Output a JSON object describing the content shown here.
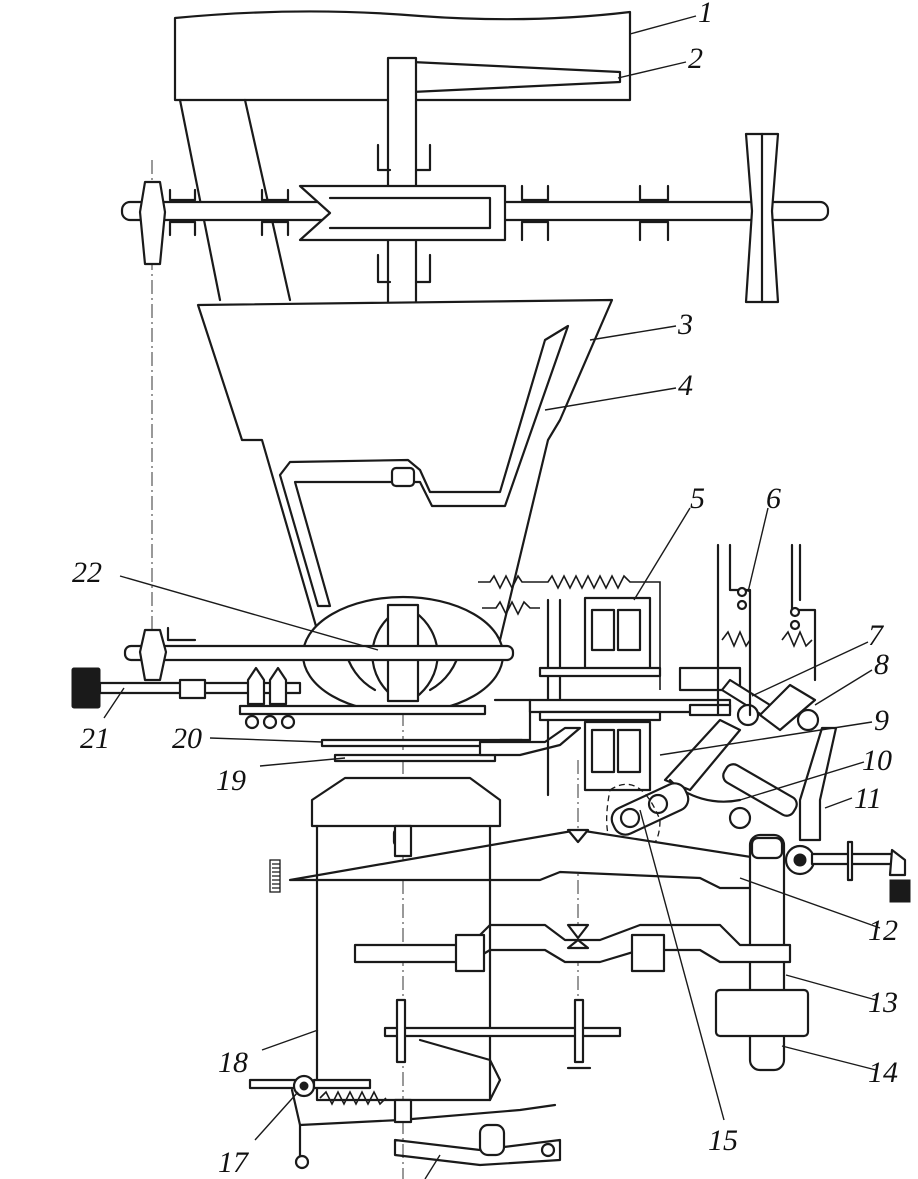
{
  "diagram": {
    "labels": [
      {
        "id": "1",
        "text": "1"
      },
      {
        "id": "2",
        "text": "2"
      },
      {
        "id": "3",
        "text": "3"
      },
      {
        "id": "4",
        "text": "4"
      },
      {
        "id": "5",
        "text": "5"
      },
      {
        "id": "6",
        "text": "6"
      },
      {
        "id": "7",
        "text": "7"
      },
      {
        "id": "8",
        "text": "8"
      },
      {
        "id": "9",
        "text": "9"
      },
      {
        "id": "10",
        "text": "10"
      },
      {
        "id": "11",
        "text": "11"
      },
      {
        "id": "12",
        "text": "12"
      },
      {
        "id": "13",
        "text": "13"
      },
      {
        "id": "14",
        "text": "14"
      },
      {
        "id": "15",
        "text": "15"
      },
      {
        "id": "17",
        "text": "17"
      },
      {
        "id": "18",
        "text": "18"
      },
      {
        "id": "19",
        "text": "19"
      },
      {
        "id": "20",
        "text": "20"
      },
      {
        "id": "21",
        "text": "21"
      },
      {
        "id": "22",
        "text": "22"
      }
    ]
  }
}
